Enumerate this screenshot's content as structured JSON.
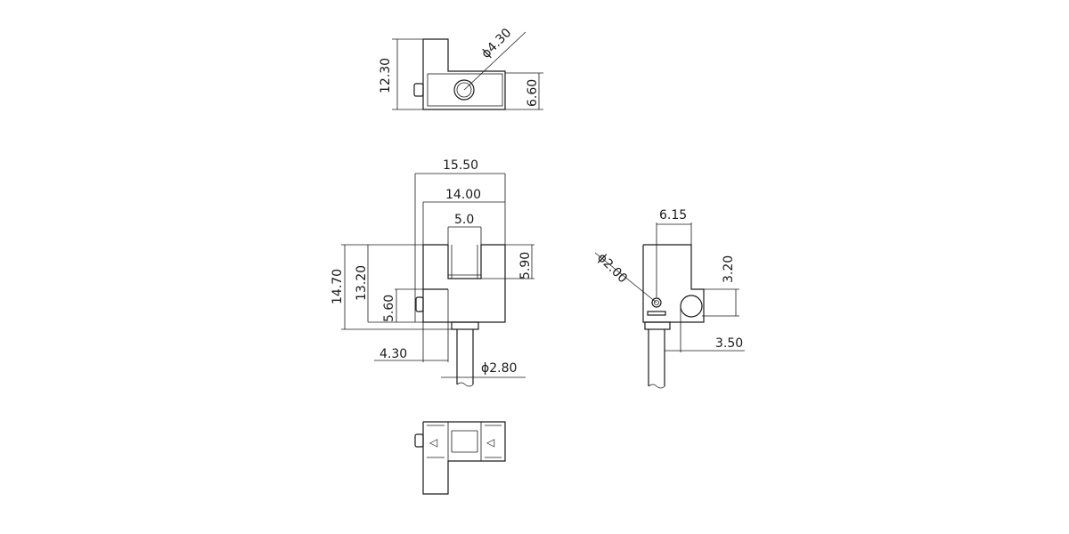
{
  "top_view": {
    "height_label": "12.30",
    "hole_diameter_label": "ϕ4.30",
    "body_height_label": "6.60"
  },
  "front_view": {
    "overall_width_label": "15.50",
    "inner_width_label": "14.00",
    "slot_width_label": "5.0",
    "slot_depth_label": "5.90",
    "overall_height_label": "14.70",
    "body_height_label": "13.20",
    "pin_height_label": "5.60",
    "base_offset_label": "4.30",
    "lead_diameter_label": "ϕ2.80"
  },
  "side_view": {
    "width_label": "6.15",
    "hole_diameter_label": "ϕ2.00",
    "step_label": "3.20",
    "foot_label": "3.50"
  },
  "bottom_view": {
    "arrow_left_glyph": "◁",
    "arrow_right_glyph": "◁"
  }
}
